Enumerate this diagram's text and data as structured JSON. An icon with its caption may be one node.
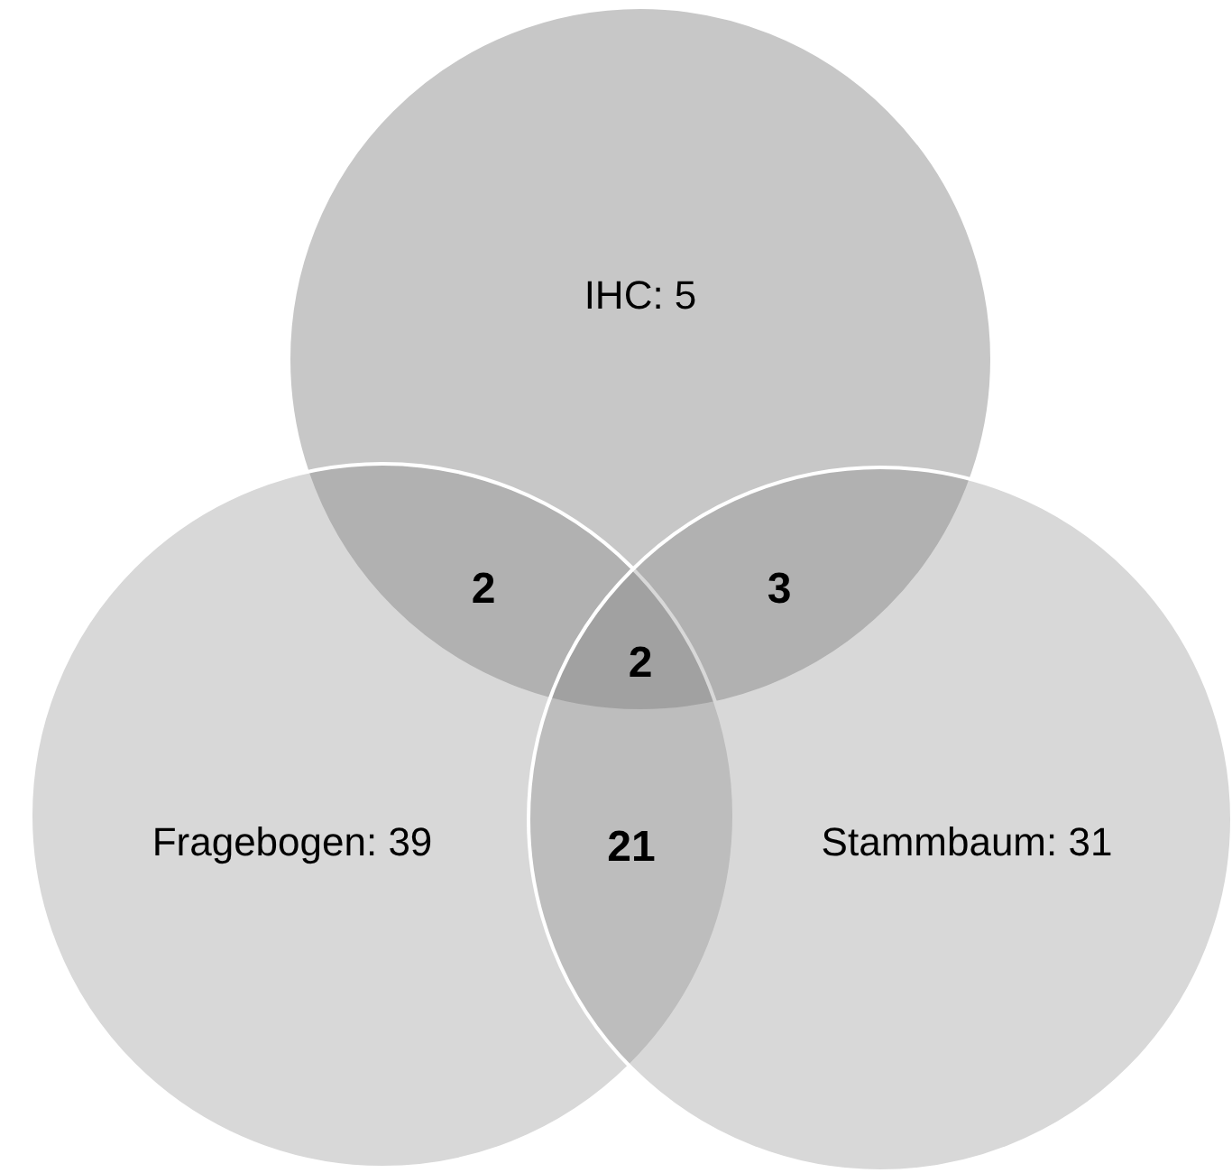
{
  "diagram": {
    "nodes": [
      {
        "text": [
          "IHC: 5"
        ]
      },
      {
        "text": [
          "Fragebogen: 39"
        ]
      },
      {
        "text": [
          "Stammbaum: 31"
        ]
      }
    ],
    "labels": [
      "2",
      "3",
      "2",
      "21"
    ]
  }
}
